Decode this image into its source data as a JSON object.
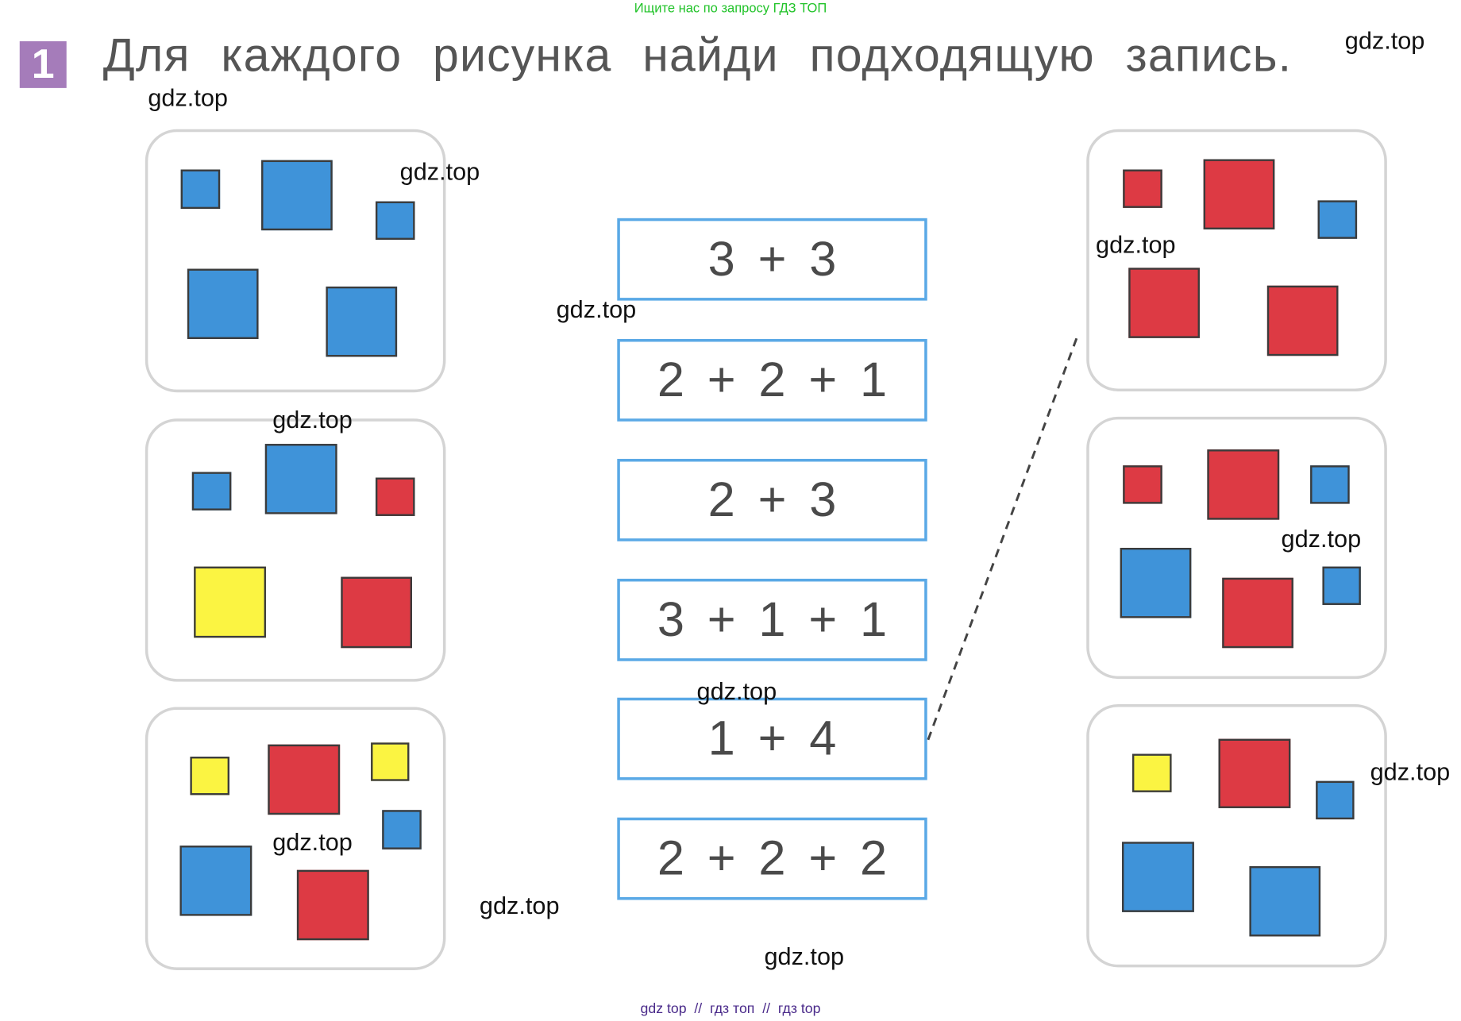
{
  "top_link": "Ищите нас по запросу ГДЗ ТОП",
  "task": {
    "number": "1",
    "title": "Для каждого рисунка найди подходящую запись."
  },
  "colors": {
    "blue": "#3f93d9",
    "red": "#dd3a44",
    "yellow": "#fbf442",
    "card_border": "#d4d4d4",
    "equation_border": "#5aa9e6",
    "badge": "#a57cba"
  },
  "equations": [
    "3 + 3",
    "2 + 2 + 1",
    "2 + 3",
    "3 + 1 + 1",
    "1 + 4",
    "2 + 2 + 2"
  ],
  "watermark": "gdz.top",
  "footer": "gdz top  //  гдз топ  //  гдз top"
}
